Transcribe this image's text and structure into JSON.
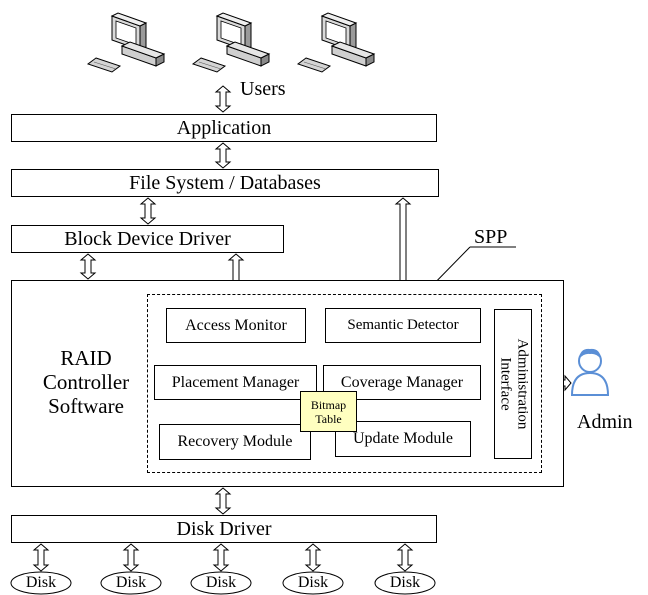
{
  "users_label": "Users",
  "layers": {
    "application": "Application",
    "filesystem": "File System / Databases",
    "block_driver": "Block Device Driver",
    "disk_driver": "Disk Driver"
  },
  "raid": {
    "line1": "RAID",
    "line2": "Controller",
    "line3": "Software"
  },
  "spp_label": "SPP",
  "modules": {
    "access_monitor": "Access Monitor",
    "semantic_detector": "Semantic Detector",
    "placement_manager": "Placement Manager",
    "coverage_manager": "Coverage Manager",
    "recovery_module": "Recovery Module",
    "update_module": "Update Module",
    "bitmap_line1": "Bitmap",
    "bitmap_line2": "Table",
    "admin_if_line1": "Administration",
    "admin_if_line2": "Interface"
  },
  "admin_label": "Admin",
  "disks": [
    "Disk",
    "Disk",
    "Disk",
    "Disk",
    "Disk"
  ],
  "colors": {
    "bitmap_fill": "#ffffc0",
    "admin_blue": "#5b8fd6",
    "computer_gray": "#bfbfbf"
  }
}
